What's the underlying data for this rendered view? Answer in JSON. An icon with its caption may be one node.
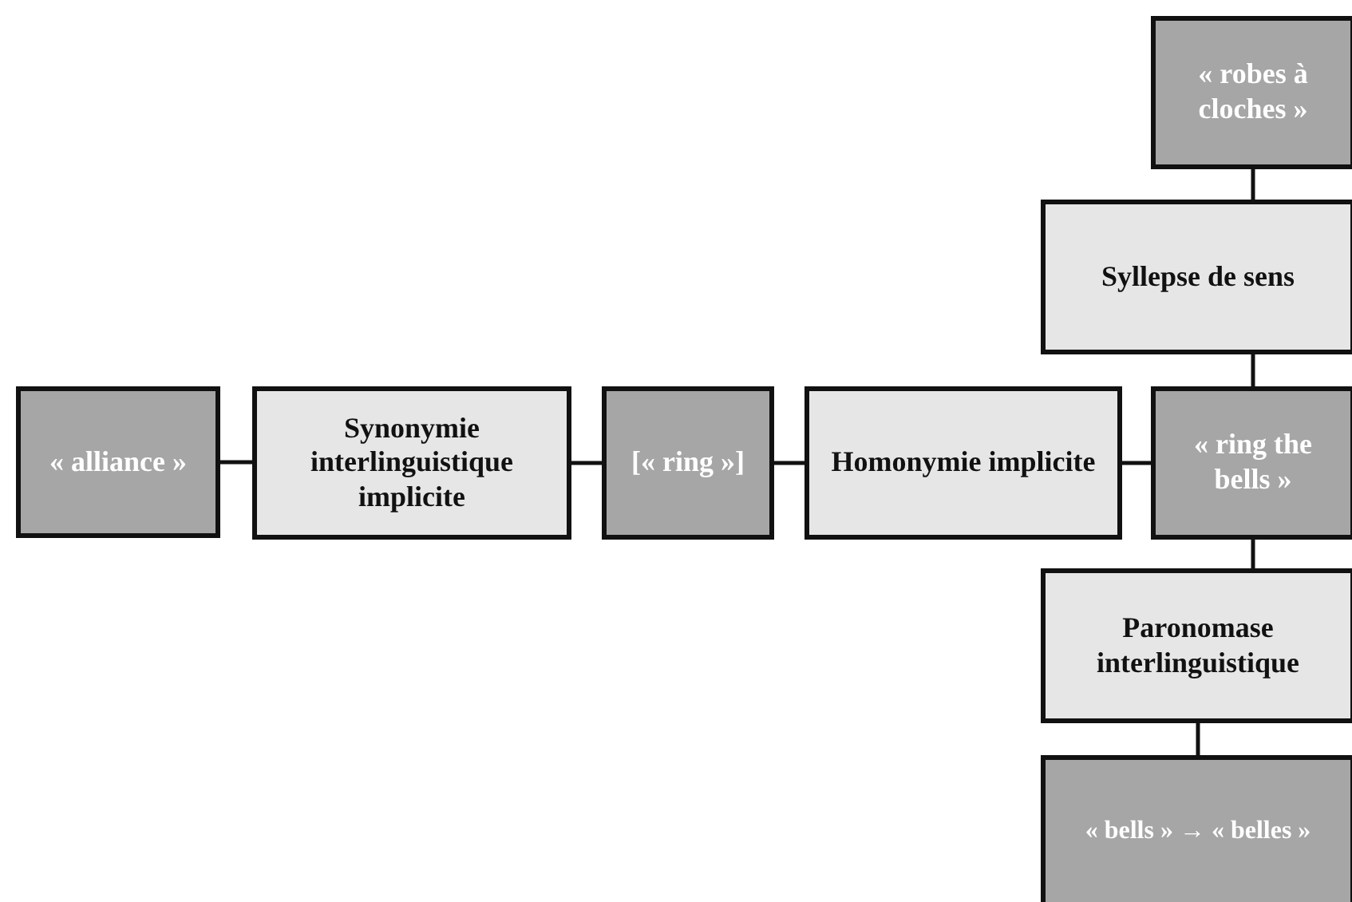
{
  "diagram": {
    "nodes": [
      {
        "text": [
          "« alliance »"
        ]
      },
      {
        "text": [
          "Synonymie interlinguistique implicite"
        ]
      },
      {
        "text": [
          "[« ring »]"
        ]
      },
      {
        "text": [
          "Homonymie implicite"
        ]
      },
      {
        "text": [
          "« robes à cloches »"
        ]
      },
      {
        "text": [
          "Syllepse de sens"
        ]
      },
      {
        "text": [
          "« ring the bells »"
        ]
      },
      {
        "text": [
          "Paronomase interlinguistique"
        ]
      },
      {
        "text": [
          "« bells » → « belles »"
        ]
      }
    ],
    "edges": [
      {
        "from": 0,
        "to": 1,
        "arrow": "none"
      },
      {
        "from": 1,
        "to": 2,
        "arrow": "none"
      },
      {
        "from": 2,
        "to": 3,
        "arrow": "none"
      },
      {
        "from": 3,
        "to": 6,
        "arrow": "none"
      },
      {
        "from": 4,
        "to": 5,
        "arrow": "none"
      },
      {
        "from": 5,
        "to": 6,
        "arrow": "none"
      },
      {
        "from": 6,
        "to": 7,
        "arrow": "none"
      },
      {
        "from": 7,
        "to": 8,
        "arrow": "none"
      }
    ]
  }
}
